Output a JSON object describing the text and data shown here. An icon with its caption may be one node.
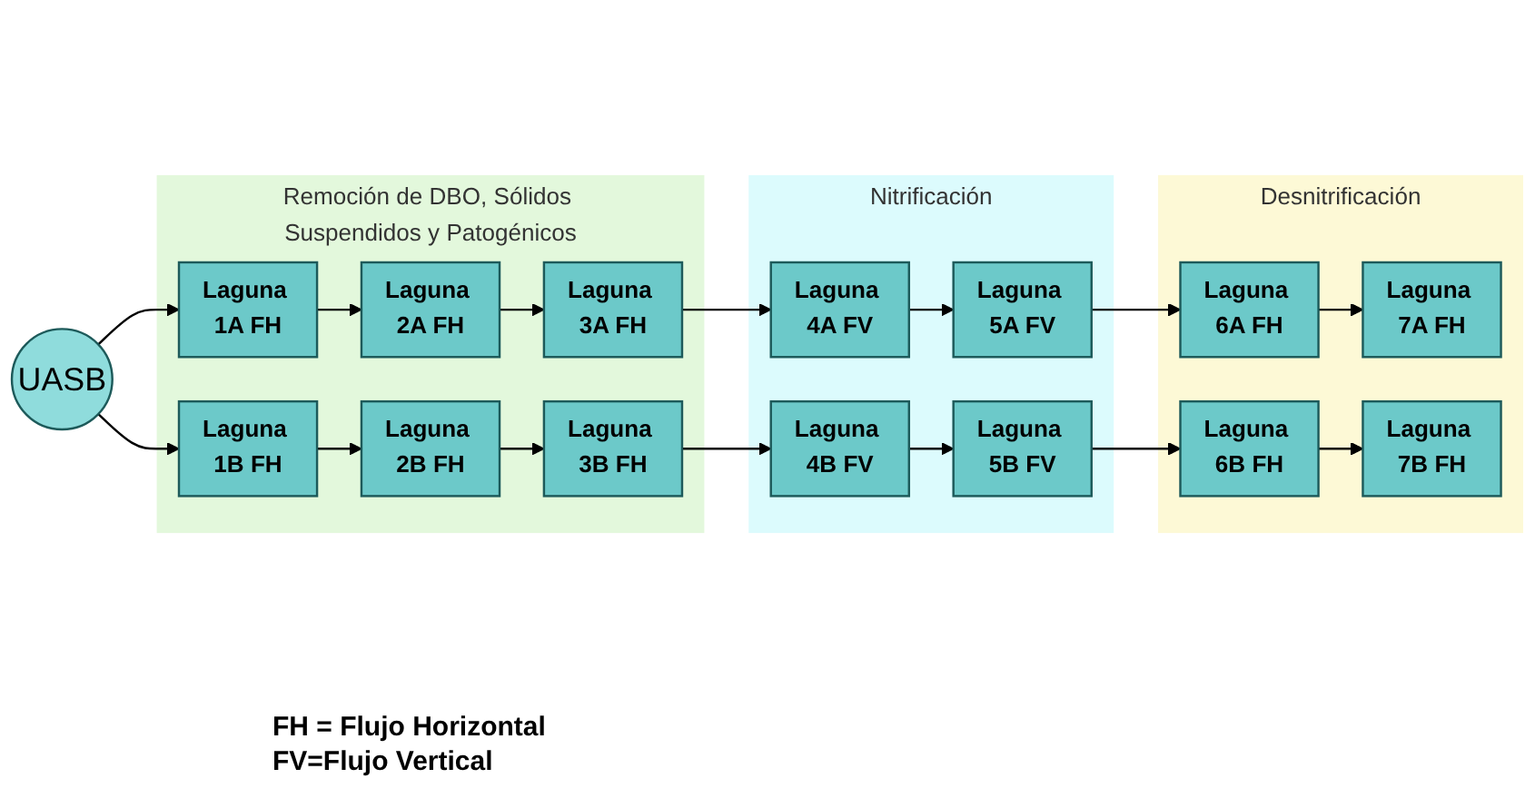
{
  "diagram": {
    "nodes": [
      {
        "text": [
          "UASB"
        ]
      },
      {
        "text": [
          "Remoción de DBO, Sólidos Suspendidos y Patogénicos"
        ]
      },
      {
        "text": [
          "Laguna 1A FH"
        ],
        "in": 1
      },
      {
        "text": [
          "Laguna 2A FH"
        ],
        "in": 1
      },
      {
        "text": [
          "Laguna 3A FH"
        ],
        "in": 1
      },
      {
        "text": [
          "Laguna 1B FH"
        ],
        "in": 1
      },
      {
        "text": [
          "Laguna 2B FH"
        ],
        "in": 1
      },
      {
        "text": [
          "Laguna 3B FH"
        ],
        "in": 1
      },
      {
        "text": [
          "Nitrificación"
        ]
      },
      {
        "text": [
          "Laguna 4A FV"
        ],
        "in": 8
      },
      {
        "text": [
          "Laguna 5A FV"
        ],
        "in": 8
      },
      {
        "text": [
          "Laguna 4B FV"
        ],
        "in": 8
      },
      {
        "text": [
          "Laguna 5B FV"
        ],
        "in": 8
      },
      {
        "text": [
          "Desnitrificación"
        ]
      },
      {
        "text": [
          "Laguna 6A FH"
        ],
        "in": 13
      },
      {
        "text": [
          "Laguna 7A FH"
        ],
        "in": 13
      },
      {
        "text": [
          "Laguna 6B FH"
        ],
        "in": 13
      },
      {
        "text": [
          "Laguna 7B FH"
        ],
        "in": 13
      }
    ],
    "edges": [
      {
        "from": 0,
        "to": 2,
        "arrow": "to"
      },
      {
        "from": 0,
        "to": 5,
        "arrow": "to"
      },
      {
        "from": 2,
        "to": 3,
        "arrow": "to"
      },
      {
        "from": 3,
        "to": 4,
        "arrow": "to"
      },
      {
        "from": 4,
        "to": 9,
        "arrow": "to"
      },
      {
        "from": 9,
        "to": 10,
        "arrow": "to"
      },
      {
        "from": 10,
        "to": 14,
        "arrow": "to"
      },
      {
        "from": 14,
        "to": 15,
        "arrow": "to"
      },
      {
        "from": 5,
        "to": 6,
        "arrow": "to"
      },
      {
        "from": 6,
        "to": 7,
        "arrow": "to"
      },
      {
        "from": 7,
        "to": 11,
        "arrow": "to"
      },
      {
        "from": 11,
        "to": 12,
        "arrow": "to"
      },
      {
        "from": 12,
        "to": 16,
        "arrow": "to"
      },
      {
        "from": 16,
        "to": 17,
        "arrow": "to"
      }
    ],
    "labels": [
      "FH = Flujo Horizontal",
      "FV=Flujo Vertical"
    ]
  }
}
